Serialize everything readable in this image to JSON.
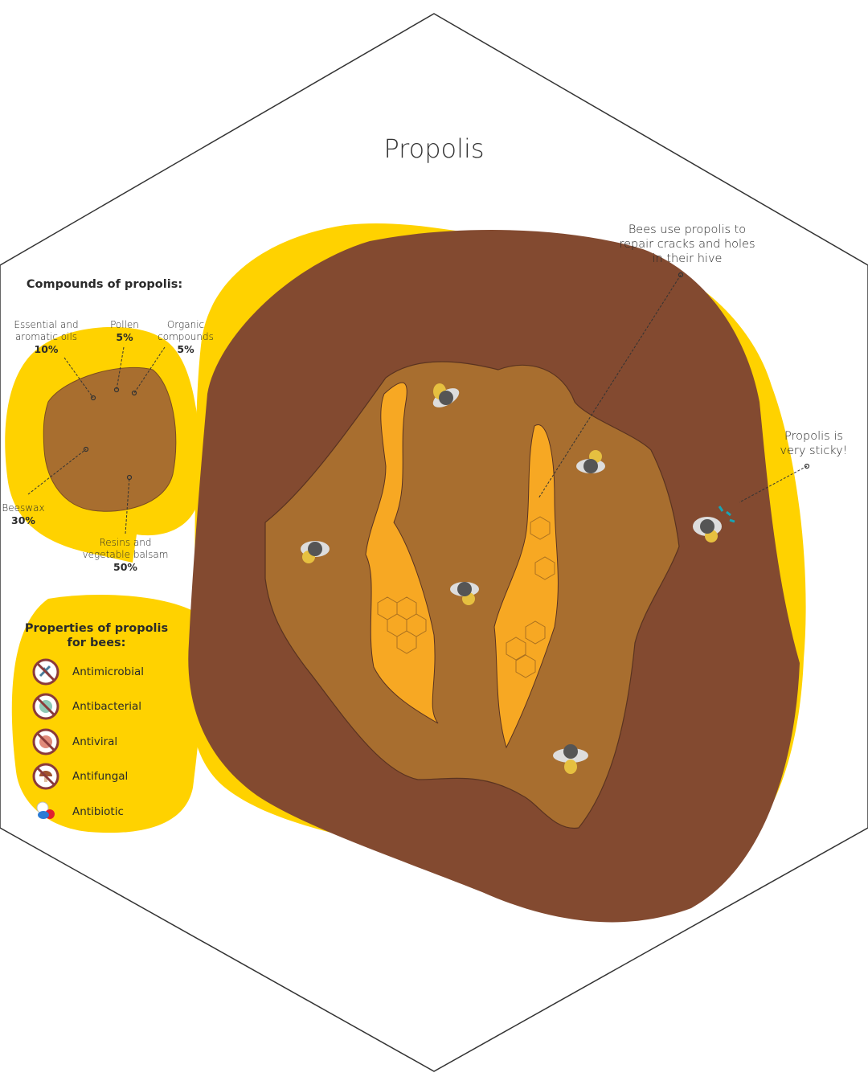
{
  "title": "Propolis",
  "compounds": {
    "heading": "Compounds of propolis:",
    "items": [
      {
        "name": "Essential and aromatic oils",
        "line1": "Essential and",
        "line2": "aromatic oils",
        "percent": "10%"
      },
      {
        "name": "Pollen",
        "line1": "Pollen",
        "percent": "5%"
      },
      {
        "name": "Organic compounds",
        "line1": "Organic",
        "line2": "compounds",
        "percent": "5%"
      },
      {
        "name": "Beeswax",
        "line1": "Beeswax",
        "percent": "30%"
      },
      {
        "name": "Resins and vegetable balsam",
        "line1": "Resins and",
        "line2": "vegetable balsam",
        "percent": "50%"
      }
    ]
  },
  "properties": {
    "heading_line1": "Properties of propolis",
    "heading_line2": "for bees:",
    "items": [
      {
        "label": "Antimicrobial",
        "icon": "no-microbe-icon"
      },
      {
        "label": "Antibacterial",
        "icon": "no-bacteria-icon"
      },
      {
        "label": "Antiviral",
        "icon": "no-virus-icon"
      },
      {
        "label": "Antifungal",
        "icon": "no-fungus-icon"
      },
      {
        "label": "Antibiotic",
        "icon": "pill-icon"
      }
    ]
  },
  "notes": {
    "repair_line1": "Bees use propolis to",
    "repair_line2": "repair cracks and holes",
    "repair_line3": "in their hive",
    "sticky_line1": "Propolis is",
    "sticky_line2": "very sticky!"
  },
  "colors": {
    "yellow": "#FFD200",
    "hive": "#834A30",
    "propolis": "#A86E2F",
    "honey": "#F7A823"
  }
}
